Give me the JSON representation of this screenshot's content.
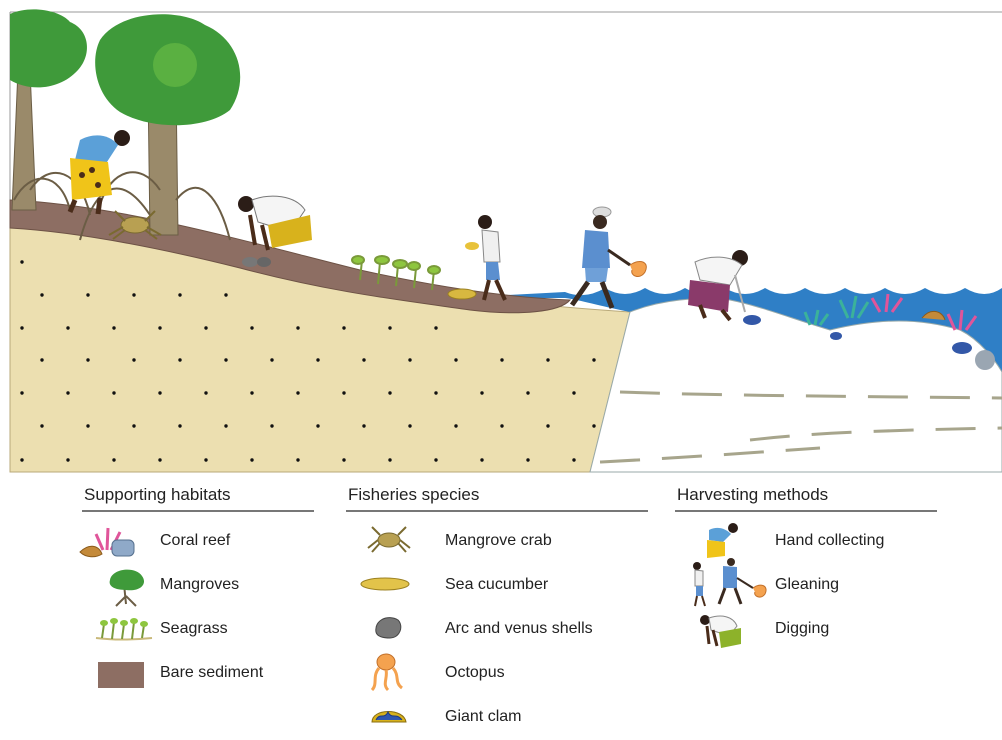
{
  "legend": {
    "supporting_habitats": {
      "title": "Supporting habitats",
      "items": [
        {
          "label": "Coral reef",
          "icon": "coral-reef-icon"
        },
        {
          "label": "Mangroves",
          "icon": "mangrove-icon"
        },
        {
          "label": "Seagrass",
          "icon": "seagrass-icon"
        },
        {
          "label": "Bare sediment",
          "icon": "bare-sediment-swatch"
        }
      ]
    },
    "fisheries_species": {
      "title": "Fisheries species",
      "items": [
        {
          "label": "Mangrove crab",
          "icon": "crab-icon"
        },
        {
          "label": "Sea cucumber",
          "icon": "sea-cucumber-icon"
        },
        {
          "label": "Arc and venus shells",
          "icon": "shell-icon"
        },
        {
          "label": "Octopus",
          "icon": "octopus-icon"
        },
        {
          "label": "Giant clam",
          "icon": "giant-clam-icon"
        }
      ]
    },
    "harvesting_methods": {
      "title": "Harvesting methods",
      "items": [
        {
          "label": "Hand collecting",
          "icon": "hand-collecting-icon"
        },
        {
          "label": "Gleaning",
          "icon": "gleaning-icon"
        },
        {
          "label": "Digging",
          "icon": "digging-icon"
        }
      ]
    }
  },
  "colors": {
    "sediment": "#8d6e63",
    "sand": "#ecdfb0",
    "water": "#2f7fc6",
    "mangrove_leaf": "#3f9a3a",
    "trunk": "#9a8a6a"
  }
}
